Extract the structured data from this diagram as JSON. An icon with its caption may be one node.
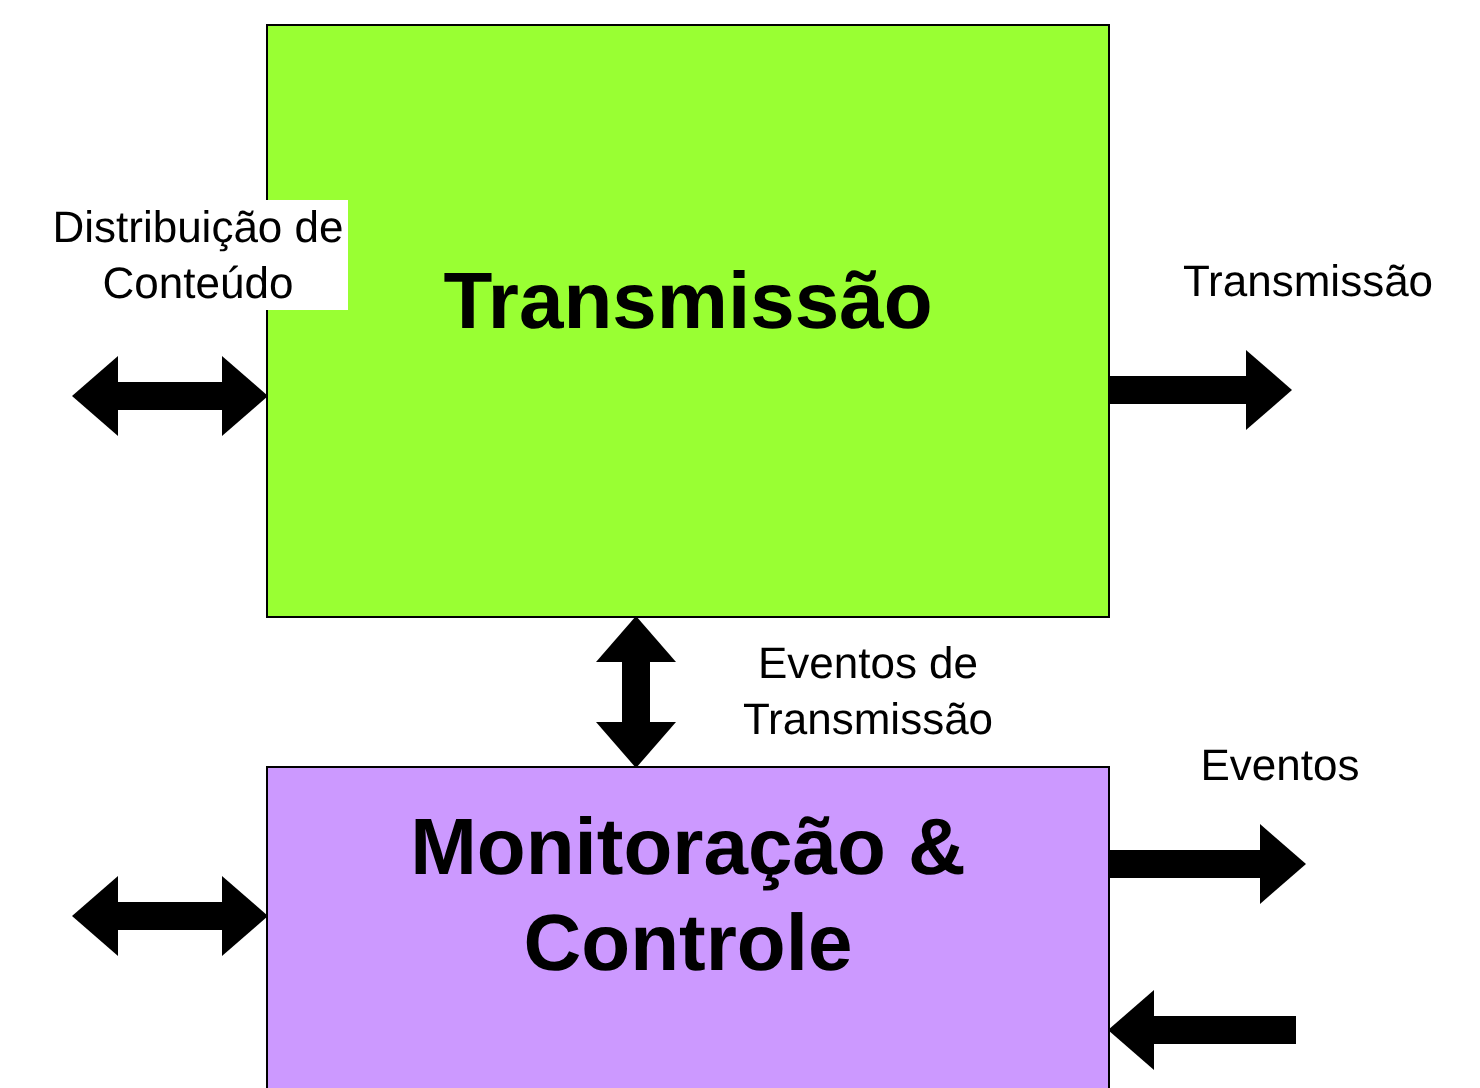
{
  "diagram": {
    "nodes": [
      {
        "text": [
          "Transmissão"
        ]
      },
      {
        "text": [
          "Monitoração & Controle"
        ]
      }
    ],
    "edges": [
      {
        "from": null,
        "to": 0,
        "arrow": "both",
        "label": "Distribuição de Conteúdo"
      },
      {
        "from": 0,
        "to": null,
        "arrow": "to",
        "label": "Transmissão"
      },
      {
        "from": 0,
        "to": 1,
        "arrow": "both",
        "label": "Eventos de Transmissão"
      },
      {
        "from": null,
        "to": 1,
        "arrow": "both"
      },
      {
        "from": 1,
        "to": null,
        "arrow": "to",
        "label": "Eventos"
      },
      {
        "from": null,
        "to": 1,
        "arrow": "to"
      }
    ]
  }
}
